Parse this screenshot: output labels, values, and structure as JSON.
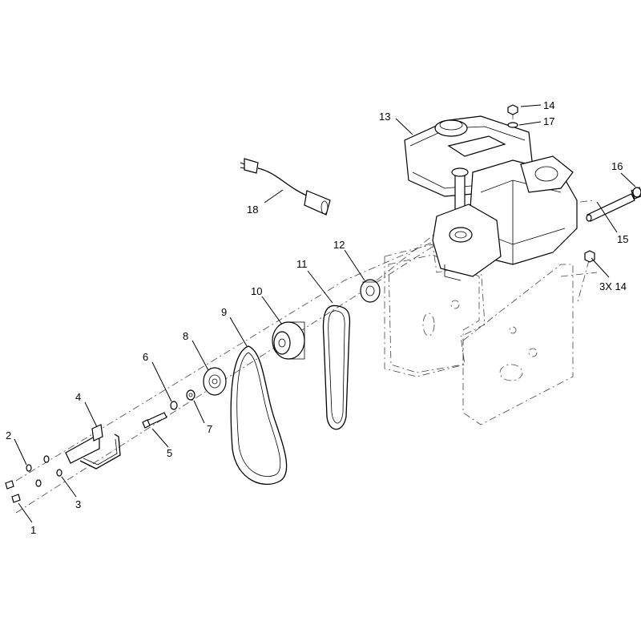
{
  "callouts": {
    "c1": "1",
    "c2": "2",
    "c3": "3",
    "c4": "4",
    "c5": "5",
    "c6": "6",
    "c7": "7",
    "c8": "8",
    "c9": "9",
    "c10": "10",
    "c11": "11",
    "c12": "12",
    "c13": "13",
    "c14": "14",
    "c15": "15",
    "c16": "16",
    "c17": "17",
    "c18": "18",
    "c3x14": "3X 14"
  }
}
